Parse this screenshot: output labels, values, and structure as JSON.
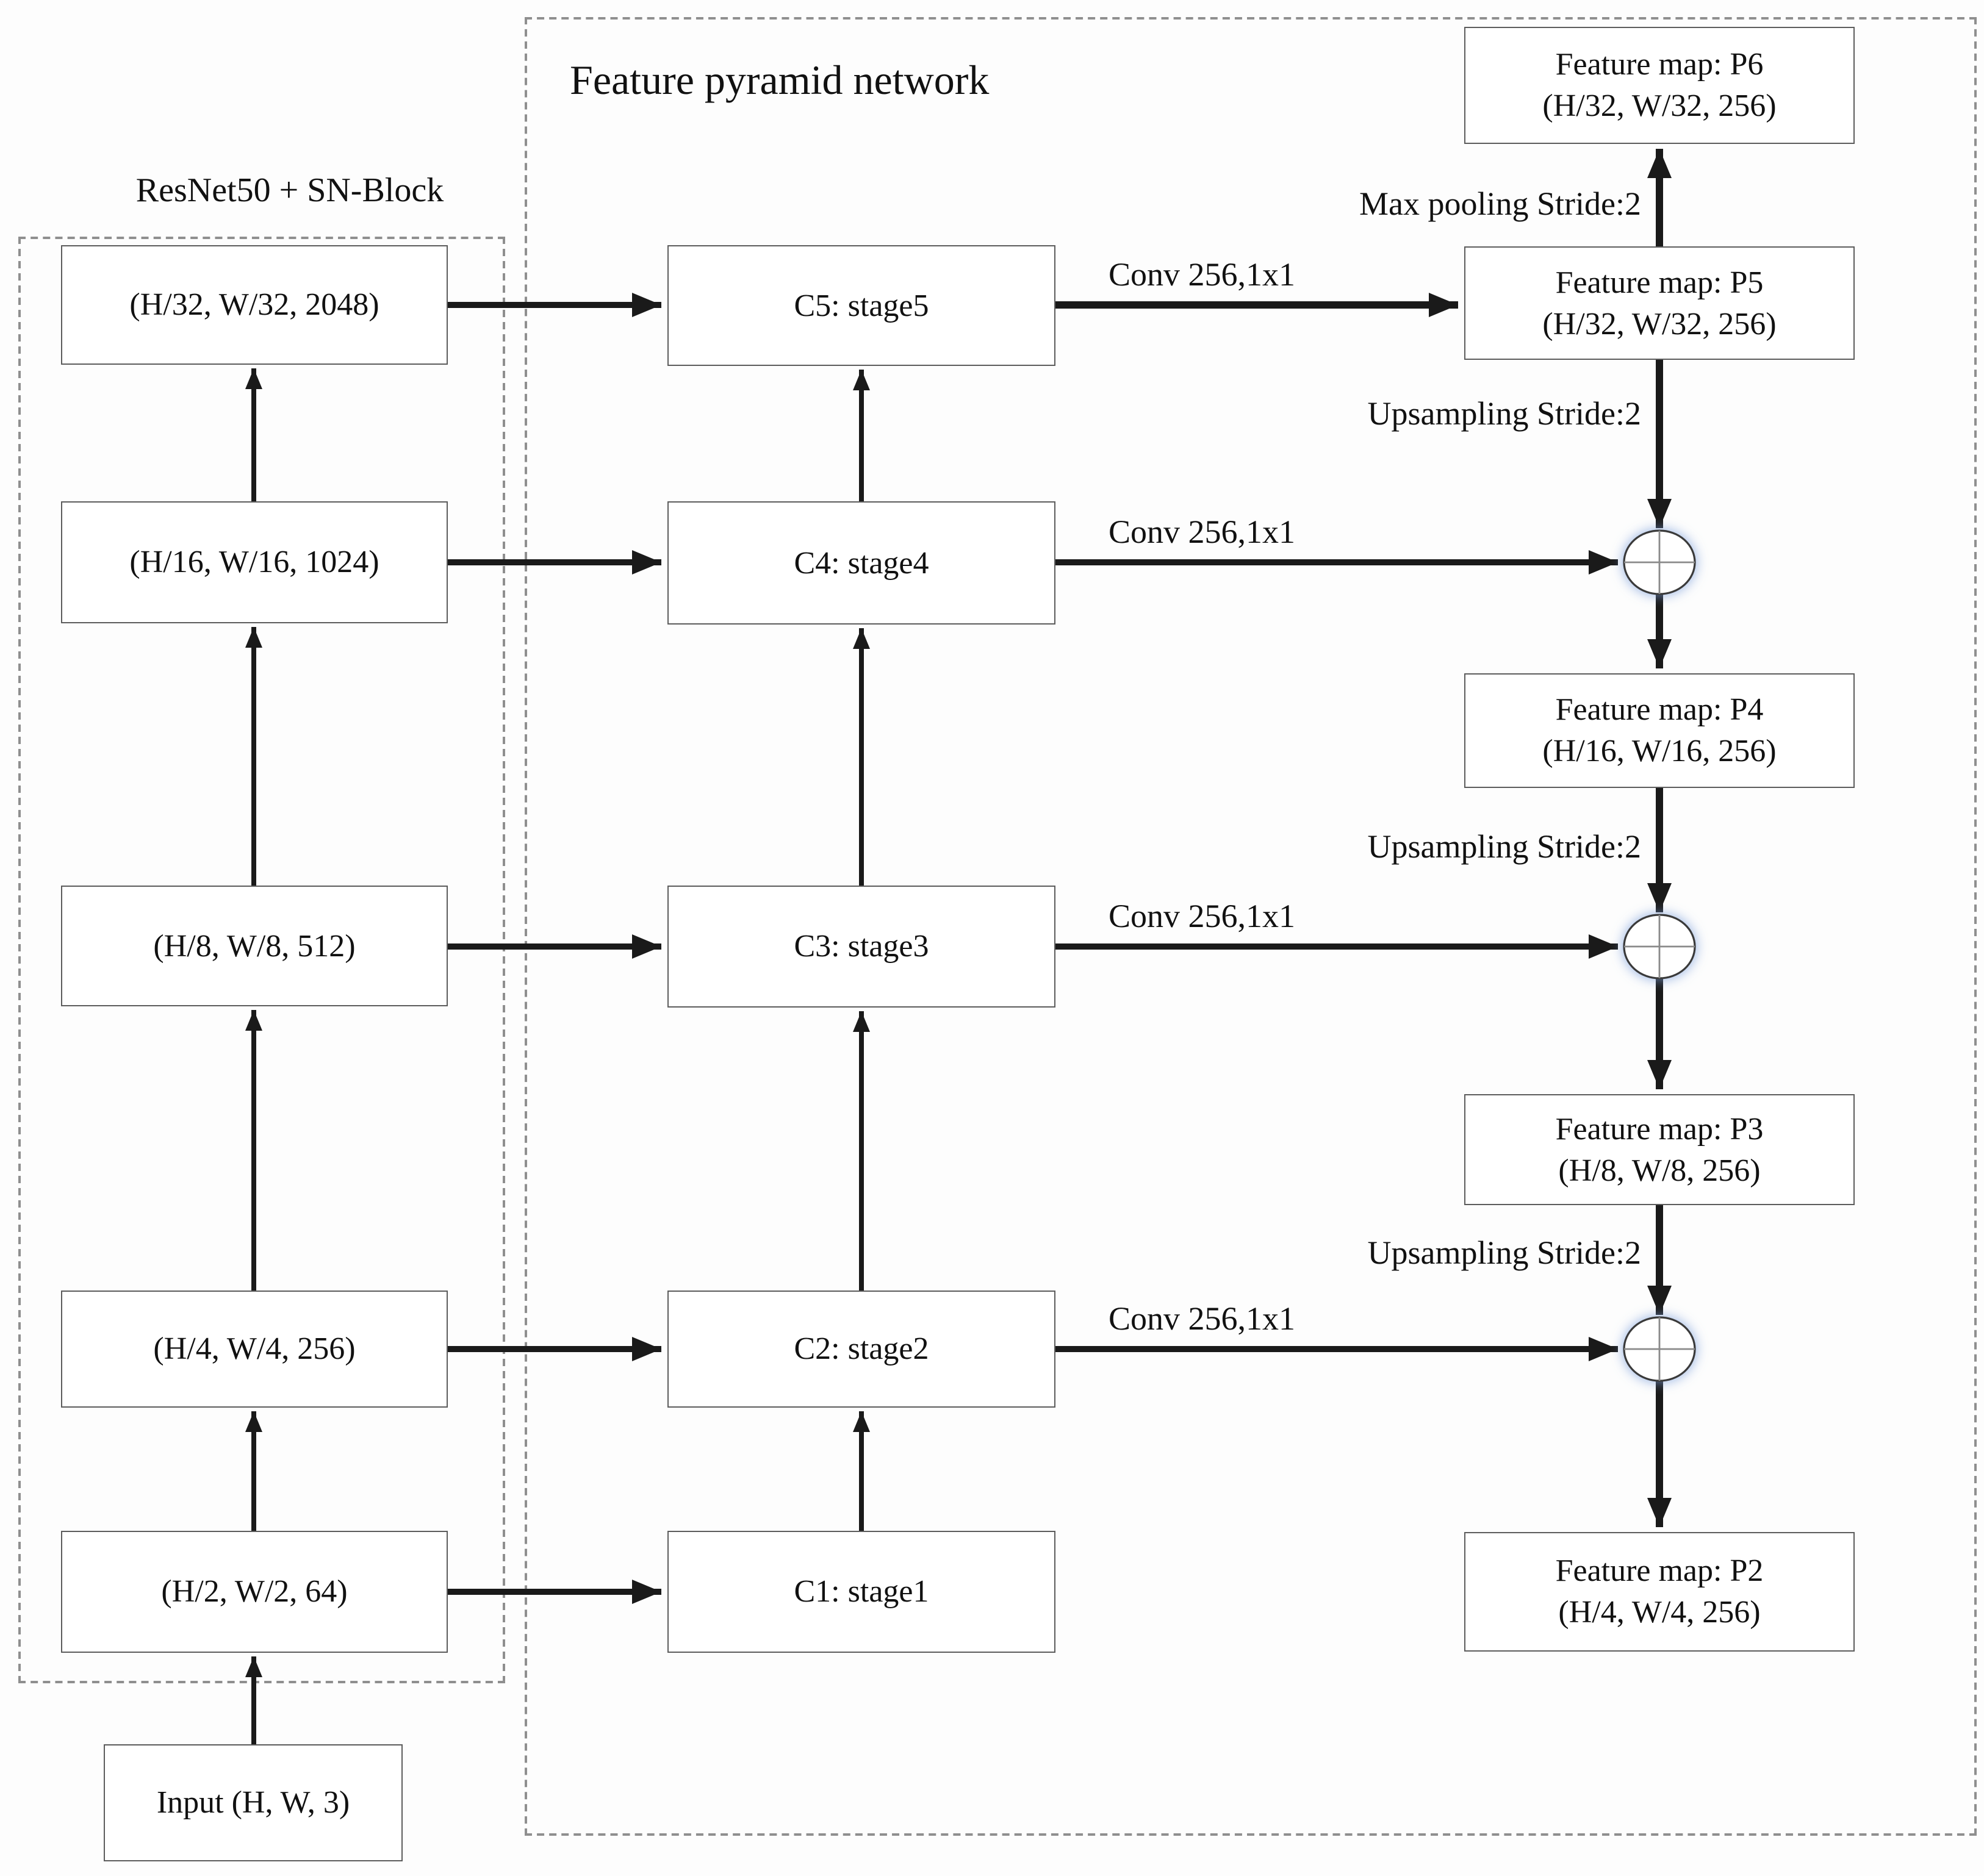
{
  "figure": {
    "kind": "fpn-architecture-diagram",
    "colors": {
      "line": "#1a1a1a",
      "box_border": "#5c5c5c",
      "dashed_border": "#8f8f8f",
      "background": "#fdfdfd",
      "merge_glow": "#7da0dc"
    },
    "backbone": {
      "label": "ResNet50 + SN-Block",
      "boxes": [
        "(H/32, W/32, 2048)",
        "(H/16, W/16, 1024)",
        "(H/8, W/8, 512)",
        "(H/4, W/4, 256)",
        "(H/2, W/2, 64)"
      ]
    },
    "input": {
      "label": "Input (H, W, 3)"
    },
    "fpn": {
      "label": "Feature pyramid network",
      "stages": [
        "C5: stage5",
        "C4: stage4",
        "C3: stage3",
        "C2: stage2",
        "C1: stage1"
      ],
      "feature_maps": [
        {
          "name": "Feature map: P6",
          "shape": "(H/32, W/32, 256)"
        },
        {
          "name": "Feature map: P5",
          "shape": "(H/32, W/32, 256)"
        },
        {
          "name": "Feature map: P4",
          "shape": "(H/16, W/16, 256)"
        },
        {
          "name": "Feature map: P3",
          "shape": "(H/8, W/8, 256)"
        },
        {
          "name": "Feature map: P2",
          "shape": "(H/4, W/4, 256)"
        }
      ],
      "edge_labels": {
        "conv": "Conv 256,1x1",
        "max_pooling": "Max pooling Stride:2",
        "upsampling": "Upsampling Stride:2"
      }
    }
  }
}
